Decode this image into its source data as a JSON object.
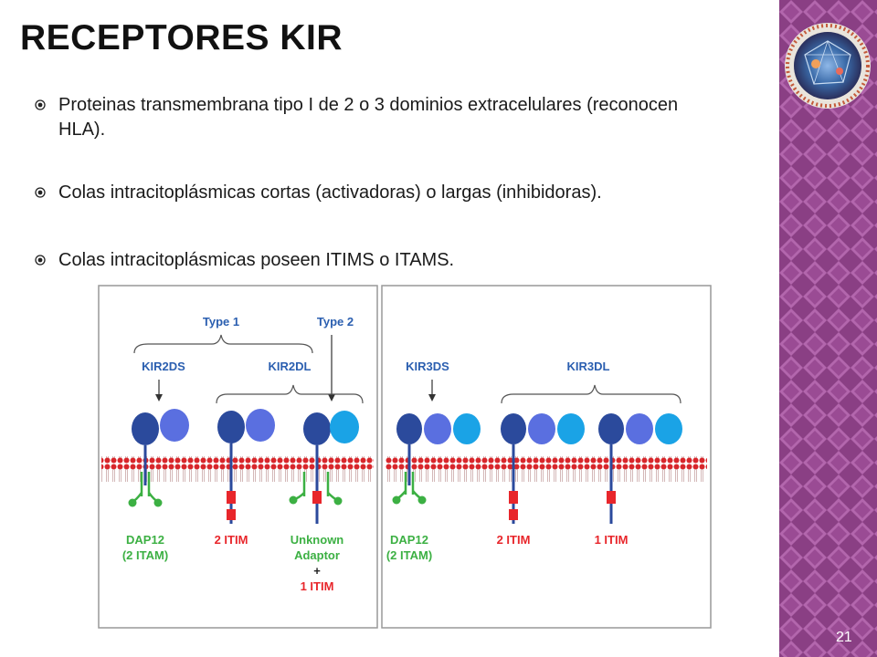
{
  "slide": {
    "title": "RECEPTORES KIR",
    "number": "21",
    "bullets": [
      "Proteinas transmembrana tipo I de 2 o 3 dominios extracelulares (reconocen HLA).",
      "Colas intracitoplásmicas cortas (activadoras) o largas (inhibidoras).",
      "Colas intracitoplásmicas poseen ITIMS o ITAMS."
    ],
    "bullet_icon": "circled-dot-icon"
  },
  "figure": {
    "left_panel": {
      "type1": "Type 1",
      "type2": "Type 2",
      "kir2ds": "KIR2DS",
      "kir2dl": "KIR2DL",
      "dap12": "DAP12",
      "dap12_sub": "(2 ITAM)",
      "itim2": "2 ITIM",
      "unknown1": "Unknown",
      "unknown2": "Adaptor",
      "plus": "+",
      "itim1": "1 ITIM"
    },
    "right_panel": {
      "kir3ds": "KIR3DS",
      "kir3dl": "KIR3DL",
      "dap12": "DAP12",
      "dap12_sub": "(2 ITAM)",
      "itim2": "2 ITIM",
      "itim1": "1 ITIM"
    },
    "colors": {
      "label_blue": "#2b5fb0",
      "label_red": "#e8262b",
      "domain_dark": "#2b4a9c",
      "domain_mid": "#5a6fe0",
      "domain_light": "#1aa3e6",
      "membrane": "#d8262b",
      "itam_green": "#3cb043",
      "itim_red": "#e8262b"
    }
  }
}
